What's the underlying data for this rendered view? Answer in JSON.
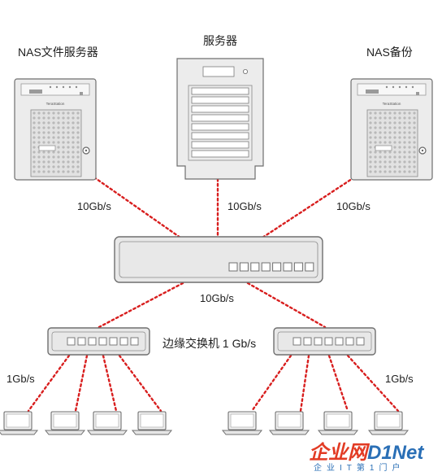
{
  "devices": {
    "nas_file_server": {
      "label": "NAS文件服务器",
      "brand": "TeraStation"
    },
    "server": {
      "label": "服务器"
    },
    "nas_backup": {
      "label": "NAS备份",
      "brand": "TeraStation"
    },
    "edge_switch": {
      "label": "边缘交换机 1 Gb/s"
    }
  },
  "links": {
    "nas_file_server_link": "10Gb/s",
    "server_link": "10Gb/s",
    "nas_backup_link": "10Gb/s",
    "core_to_edge": "10Gb/s",
    "left_clients": "1Gb/s",
    "right_clients": "1Gb/s"
  },
  "watermark": {
    "brand_cn": "企业网",
    "brand_en": "D1Net",
    "slogan": "企业IT第1门户"
  },
  "colors": {
    "link": "#d81e1e",
    "device_fill": "#ececec",
    "device_stroke": "#6f6f6f",
    "watermark_red": "#e23b24",
    "watermark_blue": "#2a6fb6"
  }
}
